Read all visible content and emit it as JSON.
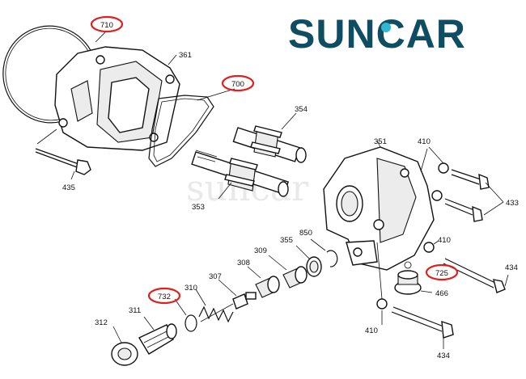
{
  "brand": {
    "prefix": "SUN",
    "c": "C",
    "suffix": "AR",
    "color": "#0f4d63",
    "accent": "#31b7cf"
  },
  "watermark": "suncar",
  "highlight_color": "#e02020",
  "labels": {
    "p710": "710",
    "p361": "361",
    "p700": "700",
    "p354": "354",
    "p435": "435",
    "p353": "353",
    "p351": "351",
    "p410a": "410",
    "p433": "433",
    "p850": "850",
    "p355": "355",
    "p309": "309",
    "p308": "308",
    "p307": "307",
    "p732": "732",
    "p310": "310",
    "p311": "311",
    "p312": "312",
    "p410b": "410",
    "p725": "725",
    "p434a": "434",
    "p466": "466",
    "p410c": "410",
    "p434b": "434"
  }
}
